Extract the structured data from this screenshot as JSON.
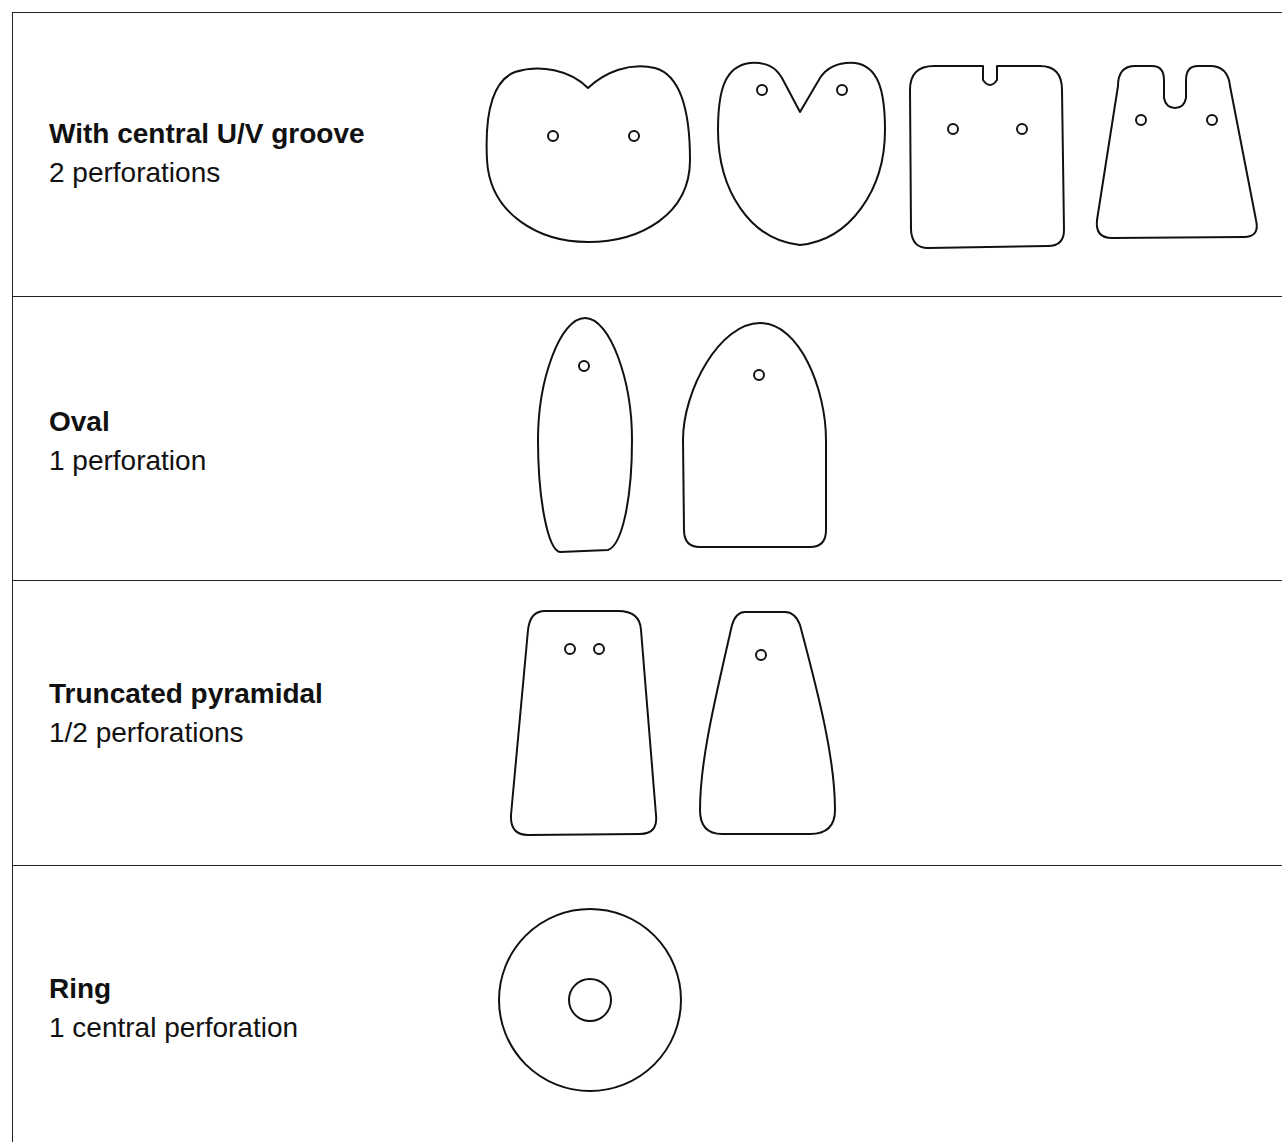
{
  "diagram": {
    "nodes": [
      {
        "text": [
          "With central U/V groove",
          "2 perforations"
        ]
      },
      {
        "text": [
          "Oval",
          "1 perforation"
        ]
      },
      {
        "text": [
          "Truncated pyramidal",
          "1/2 perforations"
        ]
      },
      {
        "text": [
          "Ring",
          "1 central perforation"
        ]
      }
    ]
  }
}
